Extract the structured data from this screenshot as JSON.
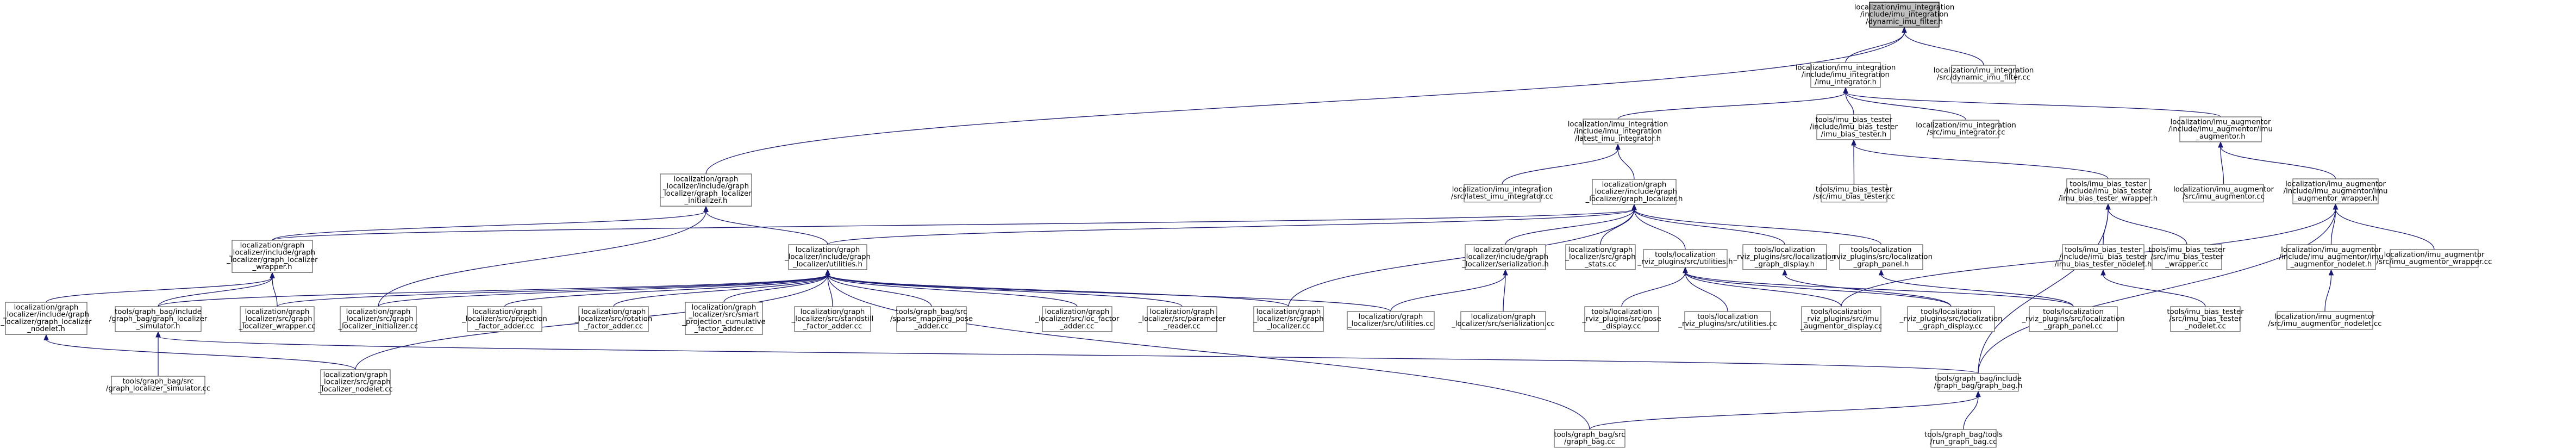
{
  "graph": {
    "nodes": [
      {
        "id": "root",
        "lines": [
          "localization/imu_integration",
          "/include/imu_integration",
          "/dynamic_imu_filter.h"
        ],
        "root": true
      },
      {
        "id": "dynsrc",
        "lines": [
          "localization/imu_integration",
          "/src/dynamic_imu_filter.cc"
        ]
      },
      {
        "id": "imuint_h",
        "lines": [
          "localization/imu_integration",
          "/include/imu_integration",
          "/imu_integrator.h"
        ]
      },
      {
        "id": "graphinit_h",
        "lines": [
          "localization/graph",
          "_localizer/include/graph",
          "_localizer/graph_localizer",
          "_initializer.h"
        ]
      },
      {
        "id": "latest_h",
        "lines": [
          "localization/imu_integration",
          "/include/imu_integration",
          "/latest_imu_integrator.h"
        ]
      },
      {
        "id": "biastester_h",
        "lines": [
          "tools/imu_bias_tester",
          "/include/imu_bias_tester",
          "/imu_bias_tester.h"
        ]
      },
      {
        "id": "imuint_cc",
        "lines": [
          "localization/imu_integration",
          "/src/imu_integrator.cc"
        ]
      },
      {
        "id": "augmentor_h",
        "lines": [
          "localization/imu_augmentor",
          "/include/imu_augmentor/imu",
          "_augmentor.h"
        ]
      },
      {
        "id": "latest_cc",
        "lines": [
          "localization/imu_integration",
          "/src/latest_imu_integrator.cc"
        ]
      },
      {
        "id": "graphloc_h",
        "lines": [
          "localization/graph",
          "_localizer/include/graph",
          "_localizer/graph_localizer.h"
        ]
      },
      {
        "id": "biastester_cc",
        "lines": [
          "tools/imu_bias_tester",
          "/src/imu_bias_tester.cc"
        ]
      },
      {
        "id": "biaswrap_h",
        "lines": [
          "tools/imu_bias_tester",
          "/include/imu_bias_tester",
          "/imu_bias_tester_wrapper.h"
        ]
      },
      {
        "id": "augmentor_cc",
        "lines": [
          "localization/imu_augmentor",
          "/src/imu_augmentor.cc"
        ]
      },
      {
        "id": "augwrap_h",
        "lines": [
          "localization/imu_augmentor",
          "/include/imu_augmentor/imu",
          "_augmentor_wrapper.h"
        ]
      },
      {
        "id": "glwrap_h",
        "lines": [
          "localization/graph",
          "_localizer/include/graph",
          "_localizer/graph_localizer",
          "_wrapper.h"
        ]
      },
      {
        "id": "utilities_h",
        "lines": [
          "localization/graph",
          "_localizer/include/graph",
          "_localizer/utilities.h"
        ]
      },
      {
        "id": "serial_h",
        "lines": [
          "localization/graph",
          "_localizer/include/graph",
          "_localizer/serialization.h"
        ]
      },
      {
        "id": "stats_cc",
        "lines": [
          "localization/graph",
          "_localizer/src/graph",
          "_stats.cc"
        ]
      },
      {
        "id": "rvizutil_h",
        "lines": [
          "tools/localization",
          "_rviz_plugins/src/utilities.h"
        ]
      },
      {
        "id": "gldisplay_h",
        "lines": [
          "tools/localization",
          "_rviz_plugins/src/localization",
          "_graph_display.h"
        ]
      },
      {
        "id": "glpanel_h",
        "lines": [
          "tools/localization",
          "_rviz_plugins/src/localization",
          "_graph_panel.h"
        ]
      },
      {
        "id": "biasnodelet_h",
        "lines": [
          "tools/imu_bias_tester",
          "/include/imu_bias_tester",
          "/imu_bias_tester_nodelet.h"
        ]
      },
      {
        "id": "biaswrap_cc",
        "lines": [
          "tools/imu_bias_tester",
          "/src/imu_bias_tester",
          "_wrapper.cc"
        ]
      },
      {
        "id": "augnodelet_h",
        "lines": [
          "localization/imu_augmentor",
          "/include/imu_augmentor/imu",
          "_augmentor_nodelet.h"
        ]
      },
      {
        "id": "augwrap_cc",
        "lines": [
          "localization/imu_augmentor",
          "/src/imu_augmentor_wrapper.cc"
        ]
      },
      {
        "id": "glnodelet_h",
        "lines": [
          "localization/graph",
          "_localizer/include/graph",
          "_localizer/graph_localizer",
          "_nodelet.h"
        ]
      },
      {
        "id": "simulator_h",
        "lines": [
          "tools/graph_bag/include",
          "/graph_bag/graph_localizer",
          "_simulator.h"
        ]
      },
      {
        "id": "glwrap_cc",
        "lines": [
          "localization/graph",
          "_localizer/src/graph",
          "_localizer_wrapper.cc"
        ]
      },
      {
        "id": "glinit_cc",
        "lines": [
          "localization/graph",
          "_localizer/src/graph",
          "_localizer_initializer.cc"
        ]
      },
      {
        "id": "projfactor_cc",
        "lines": [
          "localization/graph",
          "_localizer/src/projection",
          "_factor_adder.cc"
        ]
      },
      {
        "id": "rotfactor_cc",
        "lines": [
          "localization/graph",
          "_localizer/src/rotation",
          "_factor_adder.cc"
        ]
      },
      {
        "id": "smartproj_cc",
        "lines": [
          "localization/graph",
          "_localizer/src/smart",
          "_projection_cumulative",
          "_factor_adder.cc"
        ]
      },
      {
        "id": "standstill_cc",
        "lines": [
          "localization/graph",
          "_localizer/src/standstill",
          "_factor_adder.cc"
        ]
      },
      {
        "id": "sparsemap_cc",
        "lines": [
          "tools/graph_bag/src",
          "/sparse_mapping_pose",
          "_adder.cc"
        ]
      },
      {
        "id": "locfactor_cc",
        "lines": [
          "localization/graph",
          "_localizer/src/loc_factor",
          "_adder.cc"
        ]
      },
      {
        "id": "paramreader_cc",
        "lines": [
          "localization/graph",
          "_localizer/src/parameter",
          "_reader.cc"
        ]
      },
      {
        "id": "gl_cc",
        "lines": [
          "localization/graph",
          "_localizer/src/graph",
          "_localizer.cc"
        ]
      },
      {
        "id": "glutil_cc",
        "lines": [
          "localization/graph",
          "_localizer/src/utilities.cc"
        ]
      },
      {
        "id": "serial_cc",
        "lines": [
          "localization/graph",
          "_localizer/src/serialization.cc"
        ]
      },
      {
        "id": "posedisp_cc",
        "lines": [
          "tools/localization",
          "_rviz_plugins/src/pose",
          "_display.cc"
        ]
      },
      {
        "id": "rvizutil_cc",
        "lines": [
          "tools/localization",
          "_rviz_plugins/src/utilities.cc"
        ]
      },
      {
        "id": "imuaugdisp_cc",
        "lines": [
          "tools/localization",
          "_rviz_plugins/src/imu",
          "_augmentor_display.cc"
        ]
      },
      {
        "id": "gldisplay_cc",
        "lines": [
          "tools/localization",
          "_rviz_plugins/src/localization",
          "_graph_display.cc"
        ]
      },
      {
        "id": "glpanel_cc",
        "lines": [
          "tools/localization",
          "_rviz_plugins/src/localization",
          "_graph_panel.cc"
        ]
      },
      {
        "id": "biasnodelet_cc",
        "lines": [
          "tools/imu_bias_tester",
          "/src/imu_bias_tester",
          "_nodelet.cc"
        ]
      },
      {
        "id": "augnodelet_cc",
        "lines": [
          "localization/imu_augmentor",
          "/src/imu_augmentor_nodelet.cc"
        ]
      },
      {
        "id": "simulator_cc",
        "lines": [
          "tools/graph_bag/src",
          "/graph_localizer_simulator.cc"
        ]
      },
      {
        "id": "glnodelet_cc",
        "lines": [
          "localization/graph",
          "_localizer/src/graph",
          "_localizer_nodelet.cc"
        ]
      },
      {
        "id": "graphbag_h",
        "lines": [
          "tools/graph_bag/include",
          "/graph_bag/graph_bag.h"
        ]
      },
      {
        "id": "graphbag_cc",
        "lines": [
          "tools/graph_bag/src",
          "/graph_bag.cc"
        ]
      },
      {
        "id": "rungraphbag_cc",
        "lines": [
          "tools/graph_bag/tools",
          "/run_graph_bag.cc"
        ]
      }
    ],
    "edges": [
      [
        "root",
        "dynsrc"
      ],
      [
        "root",
        "imuint_h"
      ],
      [
        "root",
        "graphinit_h"
      ],
      [
        "imuint_h",
        "latest_h"
      ],
      [
        "imuint_h",
        "biastester_h"
      ],
      [
        "imuint_h",
        "imuint_cc"
      ],
      [
        "imuint_h",
        "augmentor_h"
      ],
      [
        "latest_h",
        "latest_cc"
      ],
      [
        "latest_h",
        "graphloc_h"
      ],
      [
        "biastester_h",
        "biastester_cc"
      ],
      [
        "biastester_h",
        "biaswrap_h"
      ],
      [
        "augmentor_h",
        "augmentor_cc"
      ],
      [
        "augmentor_h",
        "augwrap_h"
      ],
      [
        "graphinit_h",
        "glwrap_h"
      ],
      [
        "graphinit_h",
        "utilities_h"
      ],
      [
        "graphinit_h",
        "glinit_cc"
      ],
      [
        "graphloc_h",
        "glwrap_h"
      ],
      [
        "graphloc_h",
        "utilities_h"
      ],
      [
        "graphloc_h",
        "serial_h"
      ],
      [
        "graphloc_h",
        "stats_cc"
      ],
      [
        "graphloc_h",
        "rvizutil_h"
      ],
      [
        "graphloc_h",
        "gldisplay_h"
      ],
      [
        "graphloc_h",
        "glpanel_h"
      ],
      [
        "graphloc_h",
        "gl_cc"
      ],
      [
        "biaswrap_h",
        "biasnodelet_h"
      ],
      [
        "biaswrap_h",
        "biaswrap_cc"
      ],
      [
        "biaswrap_h",
        "graphbag_h"
      ],
      [
        "augwrap_h",
        "augnodelet_h"
      ],
      [
        "augwrap_h",
        "augwrap_cc"
      ],
      [
        "augwrap_h",
        "imuaugdisp_cc"
      ],
      [
        "augwrap_h",
        "graphbag_h"
      ],
      [
        "glwrap_h",
        "glnodelet_h"
      ],
      [
        "glwrap_h",
        "simulator_h"
      ],
      [
        "glwrap_h",
        "glwrap_cc"
      ],
      [
        "utilities_h",
        "simulator_h"
      ],
      [
        "utilities_h",
        "glwrap_cc"
      ],
      [
        "utilities_h",
        "glinit_cc"
      ],
      [
        "utilities_h",
        "projfactor_cc"
      ],
      [
        "utilities_h",
        "rotfactor_cc"
      ],
      [
        "utilities_h",
        "smartproj_cc"
      ],
      [
        "utilities_h",
        "standstill_cc"
      ],
      [
        "utilities_h",
        "sparsemap_cc"
      ],
      [
        "utilities_h",
        "locfactor_cc"
      ],
      [
        "utilities_h",
        "paramreader_cc"
      ],
      [
        "utilities_h",
        "gl_cc"
      ],
      [
        "utilities_h",
        "glutil_cc"
      ],
      [
        "utilities_h",
        "glnodelet_cc"
      ],
      [
        "utilities_h",
        "graphbag_cc"
      ],
      [
        "serial_h",
        "glutil_cc"
      ],
      [
        "serial_h",
        "serial_cc"
      ],
      [
        "rvizutil_h",
        "posedisp_cc"
      ],
      [
        "rvizutil_h",
        "rvizutil_cc"
      ],
      [
        "rvizutil_h",
        "imuaugdisp_cc"
      ],
      [
        "rvizutil_h",
        "gldisplay_cc"
      ],
      [
        "rvizutil_h",
        "glpanel_cc"
      ],
      [
        "gldisplay_h",
        "gldisplay_cc"
      ],
      [
        "glpanel_h",
        "glpanel_cc"
      ],
      [
        "biasnodelet_h",
        "biasnodelet_cc"
      ],
      [
        "augnodelet_h",
        "augnodelet_cc"
      ],
      [
        "glnodelet_h",
        "glnodelet_cc"
      ],
      [
        "simulator_h",
        "simulator_cc"
      ],
      [
        "simulator_h",
        "graphbag_h"
      ],
      [
        "graphbag_h",
        "graphbag_cc"
      ],
      [
        "graphbag_h",
        "rungraphbag_cc"
      ]
    ]
  }
}
